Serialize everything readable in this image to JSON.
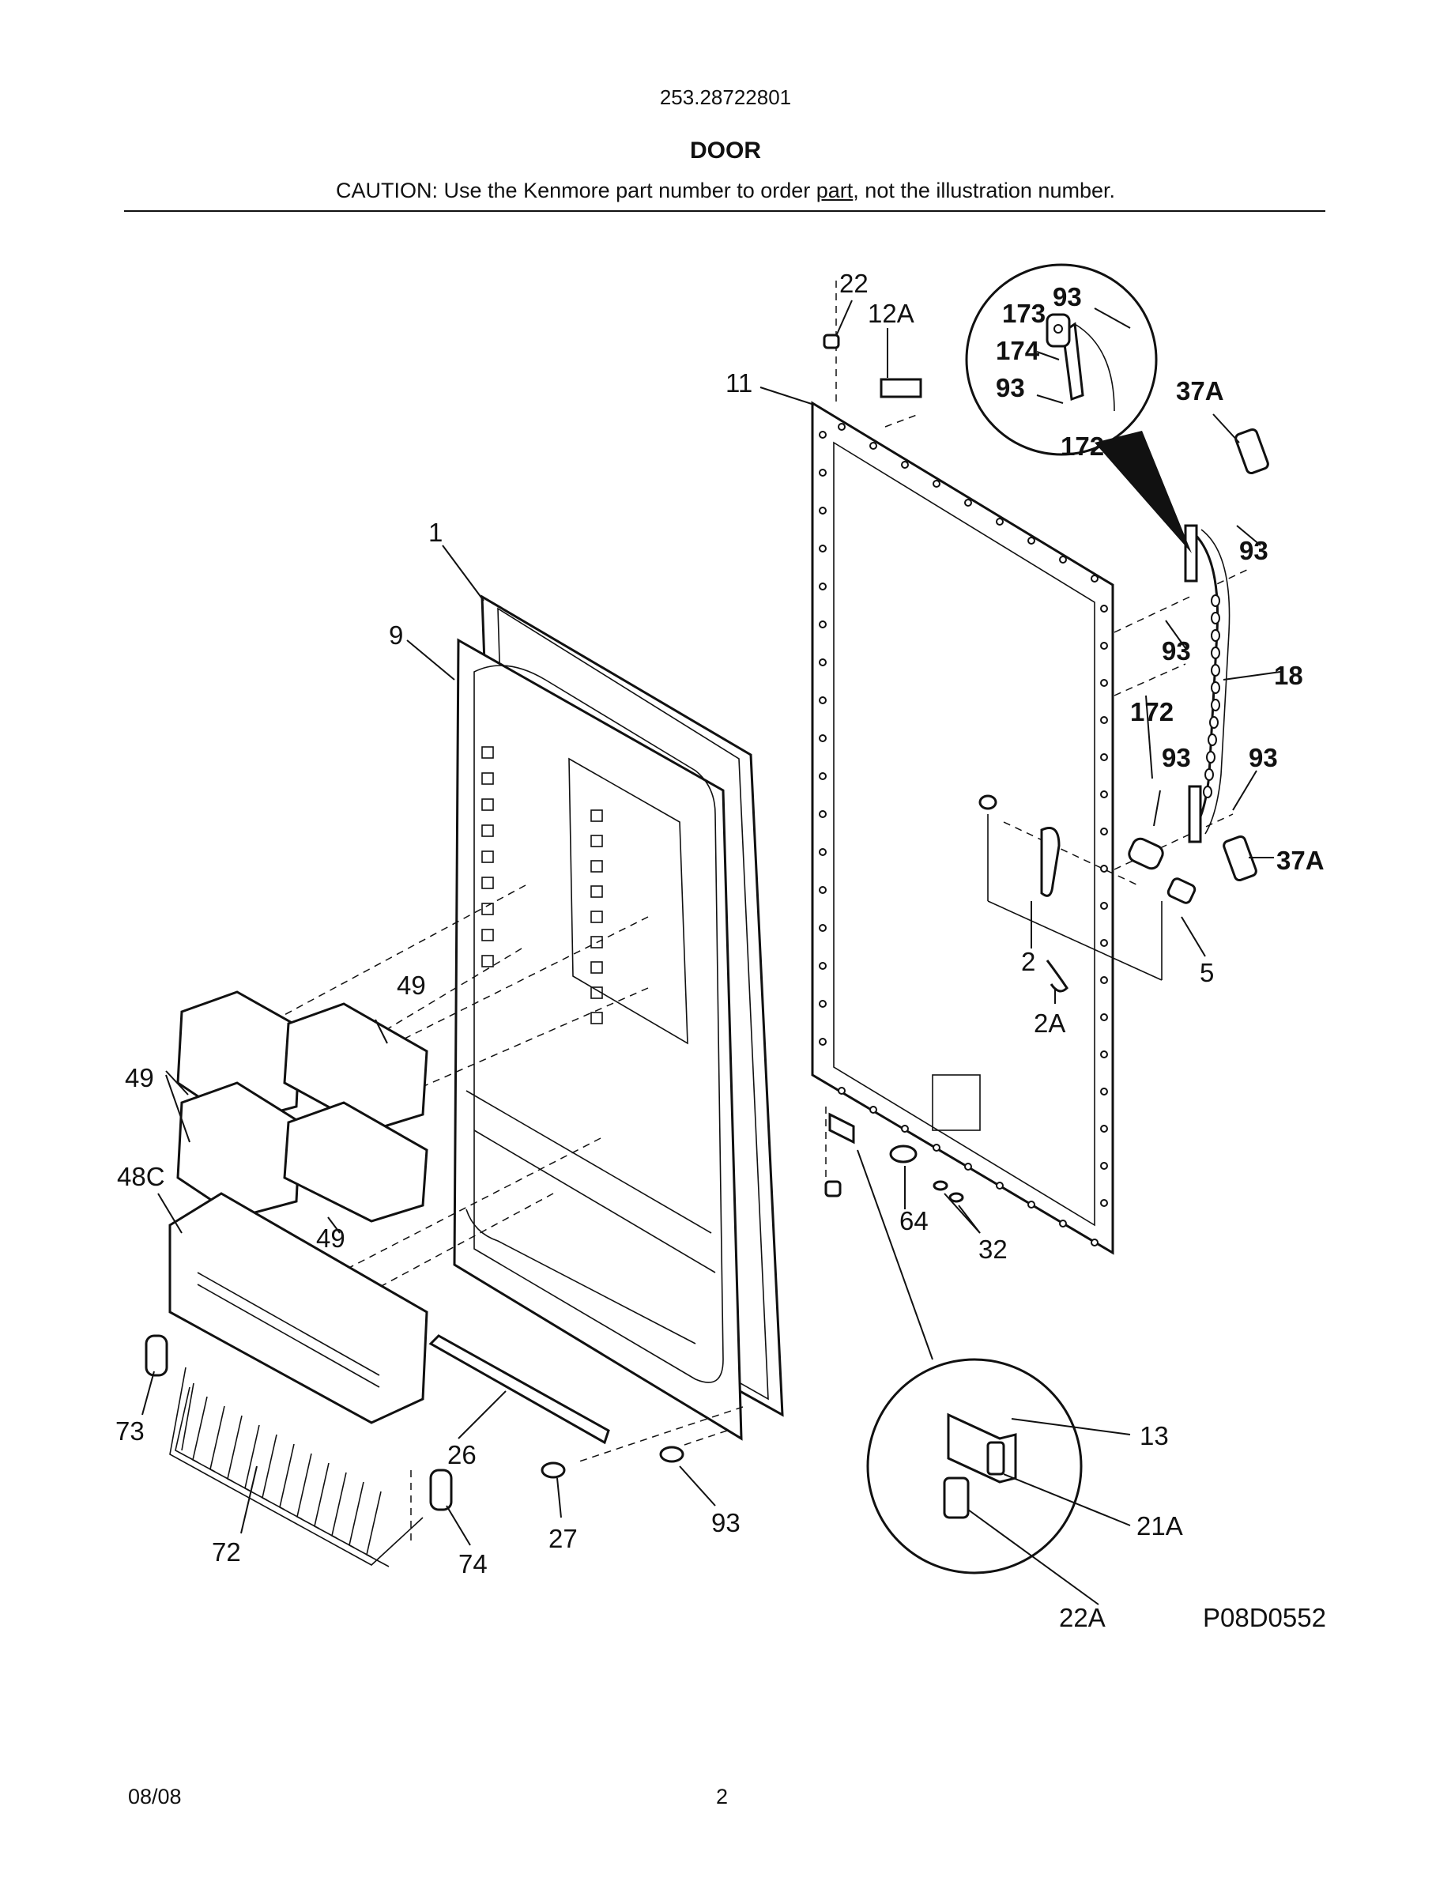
{
  "header": {
    "model_number": "253.28722801",
    "section_title": "DOOR",
    "caution_prefix": "CAUTION: Use the Kenmore part number to order ",
    "caution_underlined": "part",
    "caution_suffix": ", not the illustration number."
  },
  "diagram": {
    "drawing_code": "P08D0552",
    "callouts": {
      "c22": "22",
      "c12A": "12A",
      "c11": "11",
      "c1": "1",
      "c9": "9",
      "c173": "173",
      "c93_top": "93",
      "c174": "174",
      "c93_mid": "93",
      "c37A_top": "37A",
      "c172_inset": "172",
      "c93_a": "93",
      "c93_b": "93",
      "c18": "18",
      "c172": "172",
      "c93_c": "93",
      "c93_d": "93",
      "c37A_bot": "37A",
      "c2": "2",
      "c5": "5",
      "c2A": "2A",
      "c49_a": "49",
      "c49_b": "49",
      "c49_c": "49",
      "c48C": "48C",
      "c64": "64",
      "c32": "32",
      "c73": "73",
      "c26": "26",
      "c72": "72",
      "c74": "74",
      "c27": "27",
      "c93_e": "93",
      "c13": "13",
      "c21A": "21A",
      "c22A": "22A"
    }
  },
  "footer": {
    "date": "08/08",
    "page": "2"
  }
}
